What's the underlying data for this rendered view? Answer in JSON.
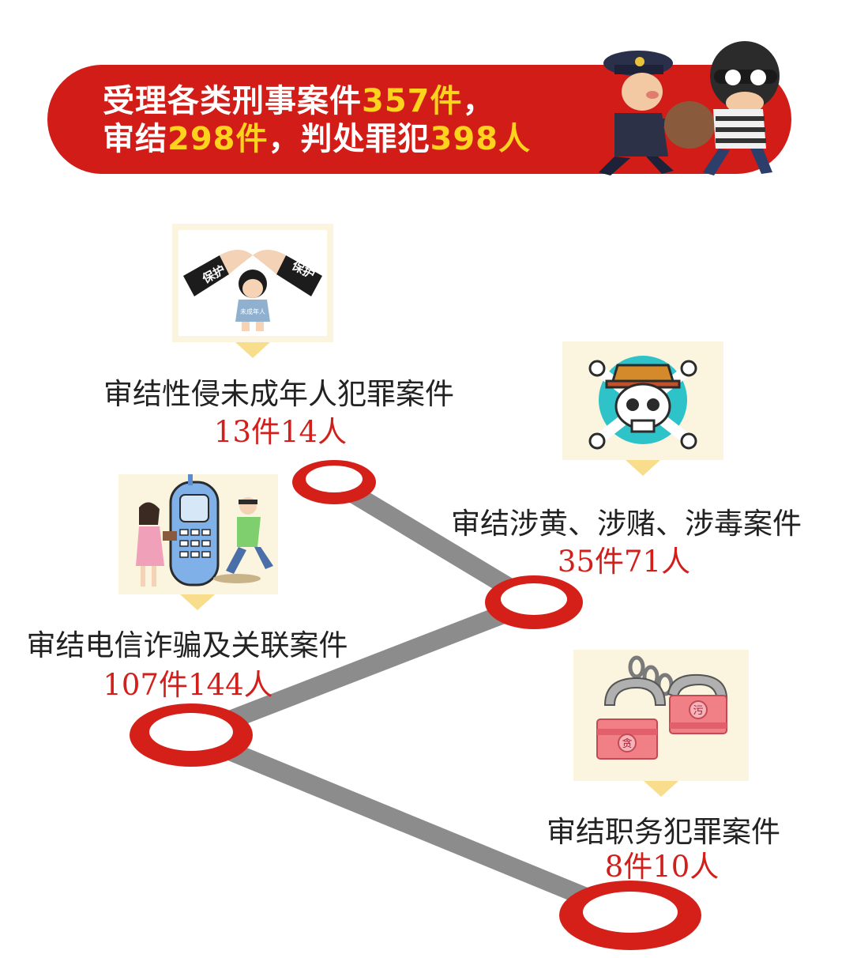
{
  "banner": {
    "line1_text": "受理各类刑事案件",
    "line1_count": "357件",
    "line1_end": "，",
    "line2_text": "审结",
    "line2_count": "298件",
    "line2_mid": "，判处罪犯",
    "line2_people": "398人"
  },
  "cards": [
    {
      "label": "审结性侵未成年人犯罪案件",
      "value": "13件14人",
      "badge_left": "保护",
      "badge_right": "保护",
      "child_text": "未成年人",
      "icon": "child-protection-icon"
    },
    {
      "label": "审结涉黄、涉赌、涉毒案件",
      "value": "35件71人",
      "icon": "skull-crossbones-icon"
    },
    {
      "label": "审结电信诈骗及关联案件",
      "value": "107件144人",
      "icon": "phone-fraud-icon"
    },
    {
      "label": "审结职务犯罪案件",
      "value": "8件10人",
      "money_left": "贪",
      "money_right": "污",
      "icon": "handcuffs-money-icon"
    }
  ],
  "colors": {
    "red": "#d21c18",
    "yellow": "#ffd21e",
    "gray": "#8c8c8c",
    "cream": "#fbf4de"
  }
}
